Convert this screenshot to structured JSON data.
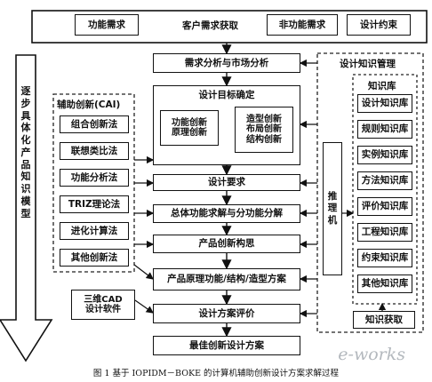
{
  "top_row": {
    "functional": "功能需求",
    "customer": "客户需求获取",
    "nonfunctional": "非功能需求",
    "constraints": "设计约束"
  },
  "left_arrow_text": "逐步具体化产品知识模型",
  "cai": {
    "title": "辅助创新(CAI)",
    "methods": [
      "组合创新法",
      "联想类比法",
      "功能分析法",
      "TRIZ理论法",
      "进化计算法",
      "其他创新法"
    ]
  },
  "flow": {
    "demand_analysis": "需求分析与市场分析",
    "goal": "设计目标确定",
    "goal_left": "功能创新\n原理创新",
    "goal_right": "造型创新\n布局创新\n结构创新",
    "requirements": "设计要求",
    "decomposition": "总体功能求解与分功能分解",
    "concept": "产品创新构思",
    "principle": "产品原理功能/结构/造型方案",
    "evaluation": "设计方案评价",
    "best": "最佳创新设计方案"
  },
  "cad": "三维CAD\n设计软件",
  "knowledge": {
    "title": "设计知识管理",
    "library_title": "知识库",
    "inference": "推理机",
    "libraries": [
      "设计知识库",
      "规则知识库",
      "实例知识库",
      "方法知识库",
      "评价知识库",
      "工程知识库",
      "约束知识库",
      "其他知识库"
    ],
    "acquire": "知识获取"
  },
  "caption": "图 1   基于 IOPIDM－BOKE 的计算机辅助创新设计方案求解过程",
  "watermark": "e-works"
}
